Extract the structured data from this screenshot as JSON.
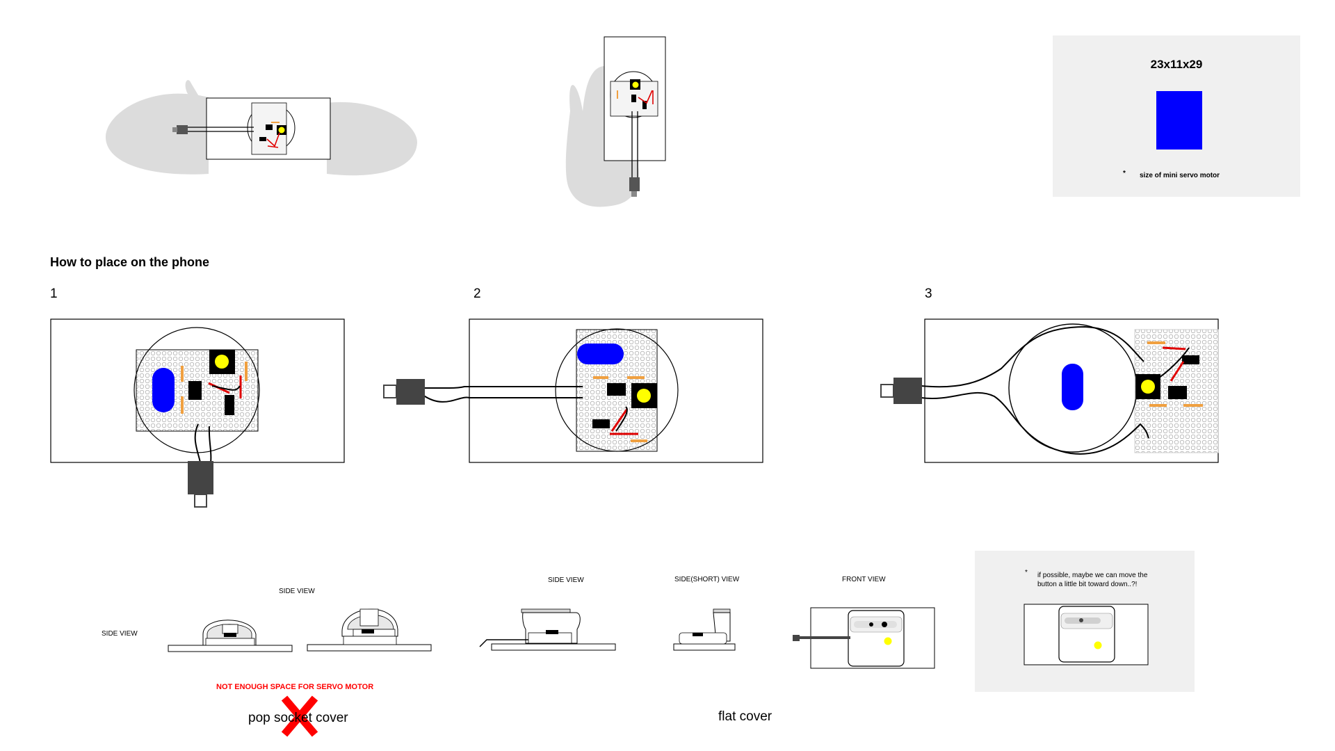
{
  "spec": {
    "dimensions": "23x11x29",
    "bullet": "*",
    "caption": "size of mini servo motor",
    "color": "#0000ff"
  },
  "section": {
    "title": "How to place on the phone",
    "steps": [
      "1",
      "2",
      "3"
    ]
  },
  "side_views": {
    "pop_label_left": "SIDE VIEW",
    "pop_label_top": "SIDE VIEW",
    "warning": "NOT ENOUGH SPACE FOR SERVO MOTOR",
    "pop_caption": "pop socket cover",
    "flat_side": "SIDE VIEW",
    "flat_short": "SIDE(SHORT) VIEW",
    "flat_front": "FRONT VIEW",
    "flat_caption": "flat cover"
  },
  "note": {
    "bullet": "*",
    "line1": "if possible, maybe we can move the",
    "line2": "button a little bit toward down..?!"
  },
  "colors": {
    "button_blue": "#0000ff",
    "button_yellow": "#ffff00",
    "wire_red": "#e00000",
    "resistor": "#f0a040",
    "warning_red": "#ff0000",
    "hand_gray": "#dcdcdc"
  }
}
